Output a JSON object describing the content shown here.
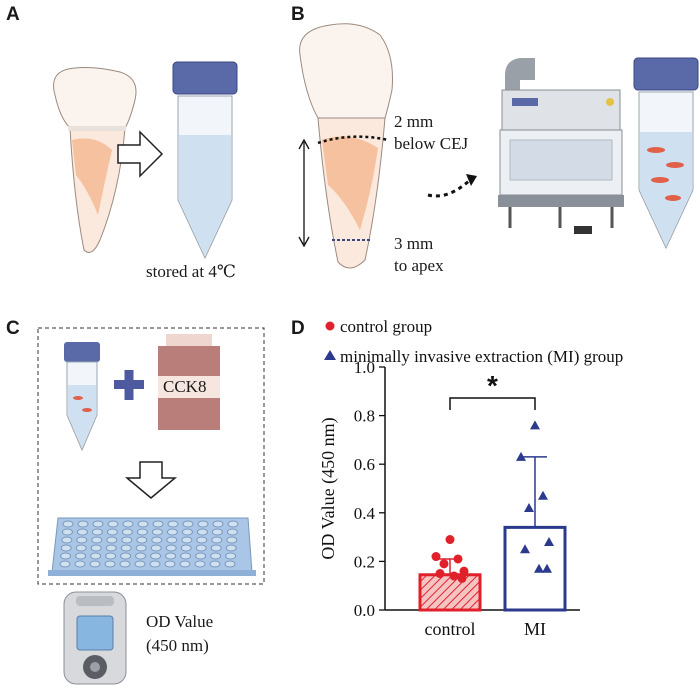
{
  "panels": {
    "a": {
      "label": "A",
      "caption": "stored at 4℃"
    },
    "b": {
      "label": "B",
      "cut_top_line1": "2 mm",
      "cut_top_line2": "below CEJ",
      "cut_bottom_line1": "3 mm",
      "cut_bottom_line2": "to apex"
    },
    "c": {
      "label": "C",
      "reagent": "CCK8",
      "readout_line1": "OD Value",
      "readout_line2": "(450 nm)"
    },
    "d": {
      "label": "D",
      "significance": "*"
    }
  },
  "colors": {
    "control": "#e0212b",
    "mi": "#2b3a8c",
    "tube_cap": "#5a6aa8",
    "tooth_pulp": "#f3b38a",
    "reagent_bottle": "#b97e7a",
    "plate": "#a9c6e6"
  },
  "chart_data": {
    "type": "bar",
    "categories": [
      "control",
      "MI"
    ],
    "series": [
      {
        "name": "control group",
        "mean": 0.145,
        "sd": 0.065,
        "marker": "circle",
        "points": [
          0.29,
          0.22,
          0.21,
          0.19,
          0.16,
          0.15,
          0.14,
          0.13
        ]
      },
      {
        "name": "minimally invasive extraction (MI) group",
        "mean": 0.34,
        "sd": 0.29,
        "marker": "triangle",
        "points": [
          0.76,
          0.63,
          0.47,
          0.42,
          0.28,
          0.25,
          0.17,
          0.17
        ]
      }
    ],
    "ylabel": "OD Value (450 nm)",
    "ylim": [
      0,
      1.0
    ],
    "yticks": [
      "0.0",
      "0.2",
      "0.4",
      "0.6",
      "0.8",
      "1.0"
    ],
    "legend_position": "top"
  }
}
